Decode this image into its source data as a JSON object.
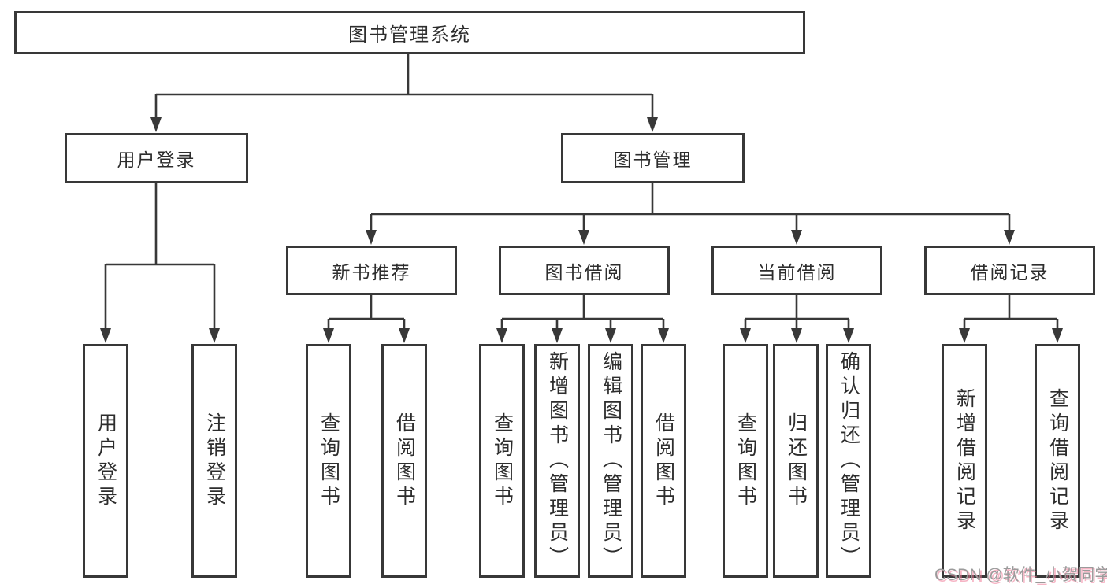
{
  "diagram": {
    "root": "图书管理系统",
    "branches": [
      {
        "label": "用户登录"
      },
      {
        "label": "图书管理"
      }
    ],
    "modules": [
      {
        "label": "新书推荐"
      },
      {
        "label": "图书借阅"
      },
      {
        "label": "当前借阅"
      },
      {
        "label": "借阅记录"
      }
    ],
    "leaves": [
      "用户登录",
      "注销登录",
      "查询图书",
      "借阅图书",
      "查询图书",
      "新增图书（管理员）",
      "编辑图书（管理员）",
      "借阅图书",
      "查询图书",
      "归还图书",
      "确认归还（管理员）",
      "新增借阅记录",
      "查询借阅记录"
    ],
    "line_color": "#383838"
  },
  "watermark": "CSDN @软件_小贺同学"
}
